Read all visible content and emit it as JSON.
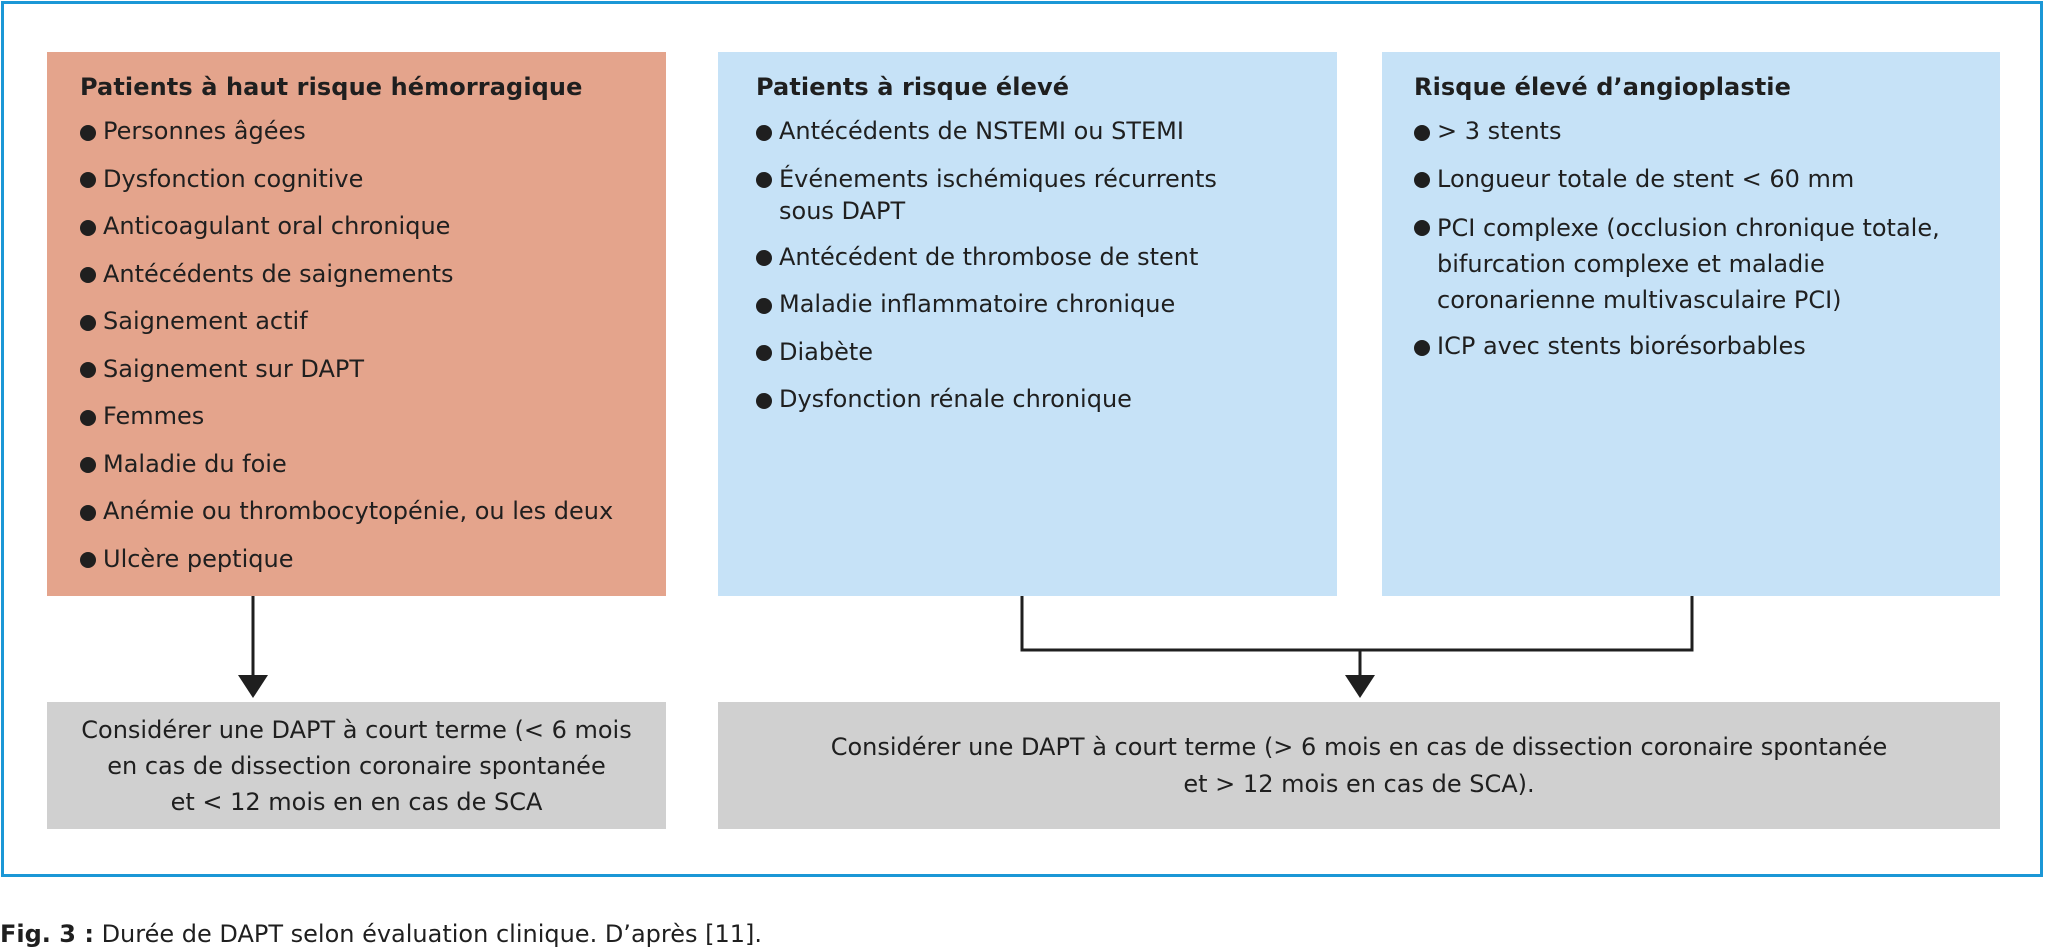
{
  "boxes": {
    "bleeding": {
      "title": "Patients à haut risque hémorragique",
      "items": [
        "Personnes âgées",
        "Dysfonction cognitive",
        "Anticoagulant oral chronique",
        "Antécédents de saignements",
        "Saignement actif",
        "Saignement sur DAPT",
        "Femmes",
        "Maladie du foie",
        "Anémie ou thrombocytopénie, ou les deux",
        "Ulcère peptique"
      ]
    },
    "high_risk": {
      "title": "Patients à risque élevé",
      "items": [
        "Antécédents de NSTEMI ou STEMI",
        "Événements ischémiques récurrents\nsous DAPT",
        "Antécédent de thrombose de stent",
        "Maladie inflammatoire chronique",
        "Diabète",
        "Dysfonction rénale chronique"
      ]
    },
    "angioplasty": {
      "title": "Risque élevé d’angioplastie",
      "items": [
        "> 3 stents",
        "Longueur totale de stent < 60 mm",
        "PCI complexe (occlusion chronique totale,\nbifurcation complexe et maladie\ncoronarienne multivasculaire PCI)",
        "ICP avec stents biorésorbables"
      ]
    }
  },
  "results": {
    "short": "Considérer une DAPT à court terme (< 6 mois\nen cas de dissection coronaire spontanée\net < 12 mois en en cas de SCA",
    "long": "Considérer une DAPT à court terme (> 6 mois en cas de dissection coronaire spontanée\net > 12 mois en cas de SCA)."
  },
  "caption": {
    "label": "Fig. 3 :",
    "text": " Durée de DAPT selon évaluation clinique. D’après [11]."
  },
  "colors": {
    "frame": "#1b97d6",
    "bleeding_box": "#e4a48c",
    "risk_box": "#c6e2f7",
    "result_box": "#d0d0d0",
    "arrow": "#1f1f1f"
  }
}
